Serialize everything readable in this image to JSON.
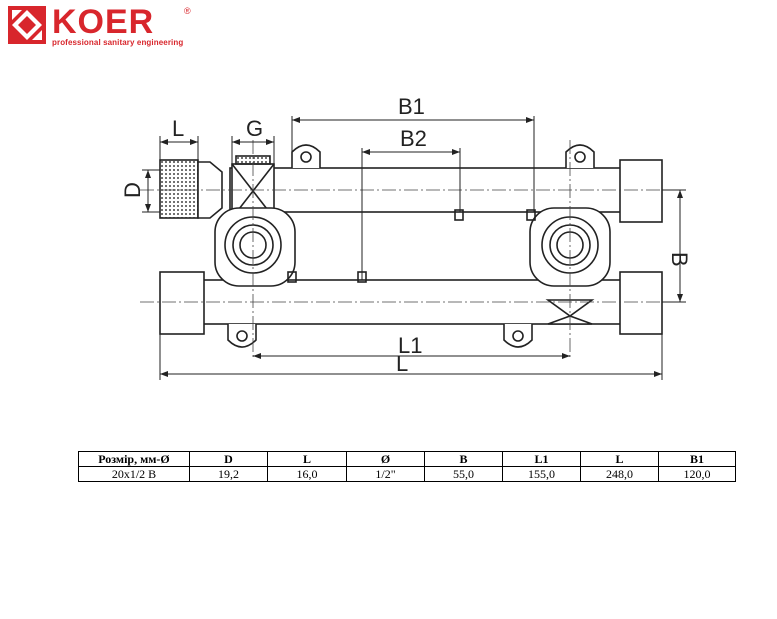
{
  "brand": {
    "name": "KOER",
    "registered": "®",
    "tagline": "professional sanitary engineering",
    "color": "#d8262c"
  },
  "dimensions": {
    "L_top": "L",
    "G": "G",
    "D": "D",
    "B1": "B1",
    "B2": "B2",
    "B": "B",
    "L1": "L1",
    "L_bottom": "L"
  },
  "table": {
    "headers": [
      "Розмір, мм-Ø",
      "D",
      "L",
      "Ø",
      "B",
      "L1",
      "L",
      "B1"
    ],
    "rows": [
      [
        "20х1/2 В",
        "19,2",
        "16,0",
        "1/2\"",
        "55,0",
        "155,0",
        "248,0",
        "120,0"
      ]
    ]
  }
}
